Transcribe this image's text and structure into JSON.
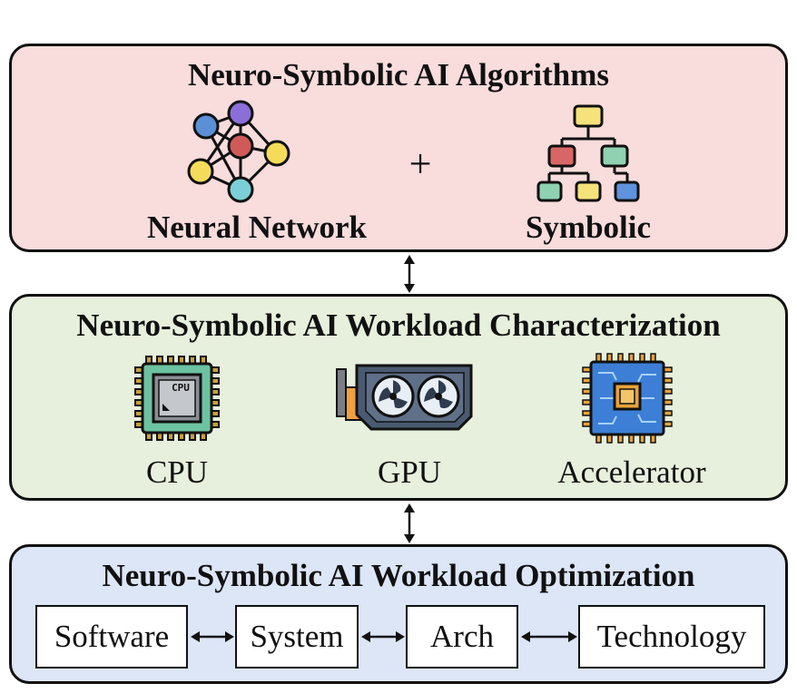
{
  "algorithms": {
    "title": "Neuro-Symbolic AI Algorithms",
    "neural_label": "Neural Network",
    "plus": "+",
    "symbolic_label": "Symbolic"
  },
  "characterization": {
    "title": "Neuro-Symbolic AI Workload Characterization",
    "cpu_label": "CPU",
    "cpu_chip_text": "CPU",
    "gpu_label": "GPU",
    "accelerator_label": "Accelerator"
  },
  "optimization": {
    "title": "Neuro-Symbolic AI Workload Optimization",
    "boxes": [
      "Software",
      "System",
      "Arch",
      "Technology"
    ]
  },
  "colors": {
    "algorithms_bg": "#f9dcdc",
    "characterization_bg": "#e6f0dc",
    "optimization_bg": "#dce6f7",
    "node_blue": "#5b8fd6",
    "node_purple": "#8b6fd8",
    "node_red": "#d05a5a",
    "node_yellow": "#f4dc5a",
    "node_teal": "#7ccfd6",
    "tree_yellow": "#f6e27a",
    "tree_red": "#d96666",
    "tree_green": "#8fd1b0",
    "tree_blue": "#5f93de",
    "cpu_green": "#6cc2a1",
    "gpu_slate": "#4a5a70",
    "gpu_orange": "#f0a040",
    "accel_blue": "#3d7fd6",
    "accel_gold": "#e8a33a"
  }
}
